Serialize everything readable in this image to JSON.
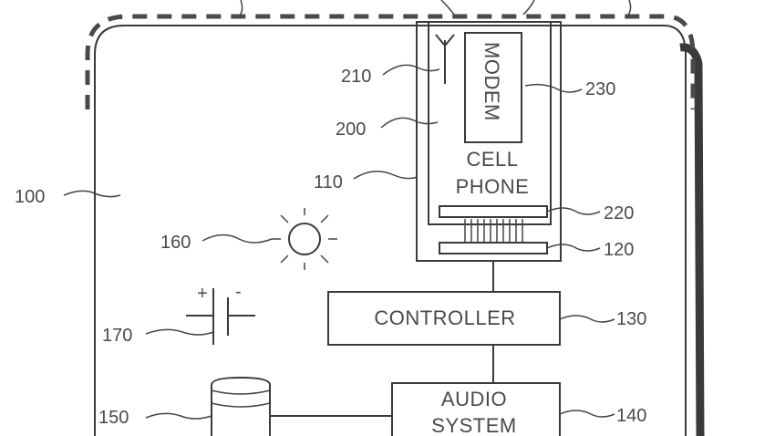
{
  "labels": {
    "device": "100",
    "dock": "110",
    "dock_connector": "120",
    "controller_ref": "130",
    "audio_ref": "140",
    "speaker_ref": "150",
    "light_ref": "160",
    "battery_ref": "170",
    "phone_ref": "200",
    "antenna_ref": "210",
    "phone_connector_ref": "220",
    "modem_ref": "230"
  },
  "blocks": {
    "modem": "MODEM",
    "cell_line1": "CELL",
    "cell_line2": "PHONE",
    "controller": "CONTROLLER",
    "audio_line1": "AUDIO",
    "audio_line2": "SYSTEM"
  },
  "battery": {
    "plus": "+",
    "minus": "-"
  }
}
